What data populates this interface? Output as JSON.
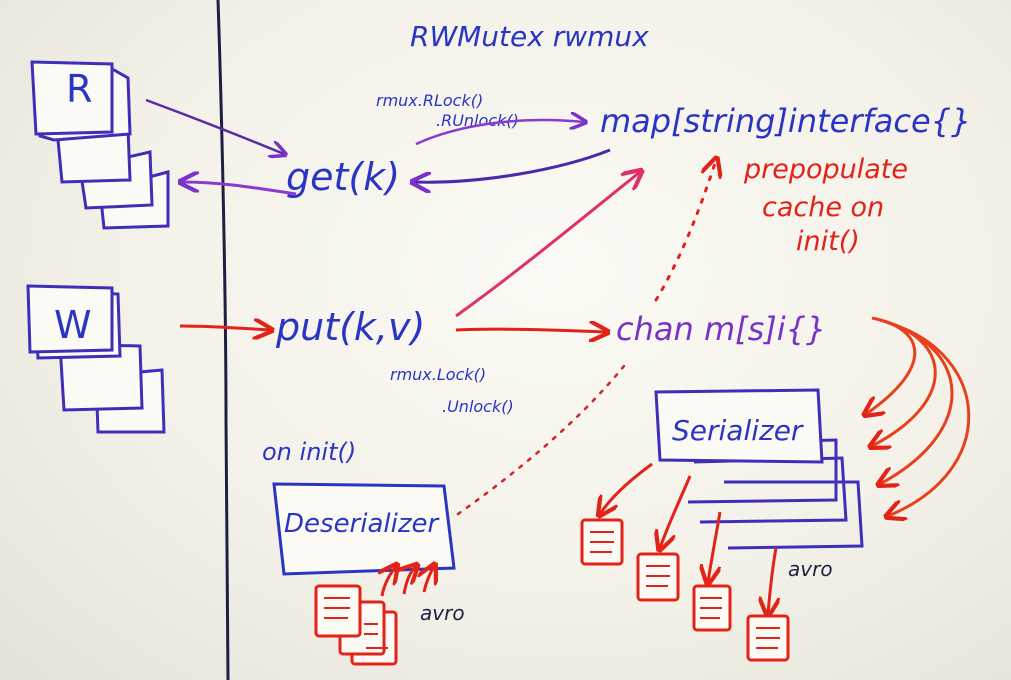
{
  "labels": {
    "rwmutex": "RWMutex rwmux",
    "reader": "R",
    "writer": "W",
    "get": "get(k)",
    "put": "put(k,v)",
    "map": "map[string]interface{}",
    "rlock": "rmux.RLock()",
    "runlock": ".RUnlock()",
    "lock": "rmux.Lock()",
    "unlock": ".Unlock()",
    "chan": "chan m[s]i{}",
    "prepopulate": "prepopulate",
    "cache_on": "cache on",
    "init_call": "init()",
    "on_init": "on init()",
    "deserializer": "Deserializer",
    "serializer": "Serializer",
    "avro_left": "avro",
    "avro_right": "avro"
  },
  "colors": {
    "blue": "#2a35c4",
    "purple": "#7a32c8",
    "red": "#e32218",
    "orange": "#ea5a2a",
    "dark": "#1f1f44",
    "magenta": "#c4287a"
  }
}
